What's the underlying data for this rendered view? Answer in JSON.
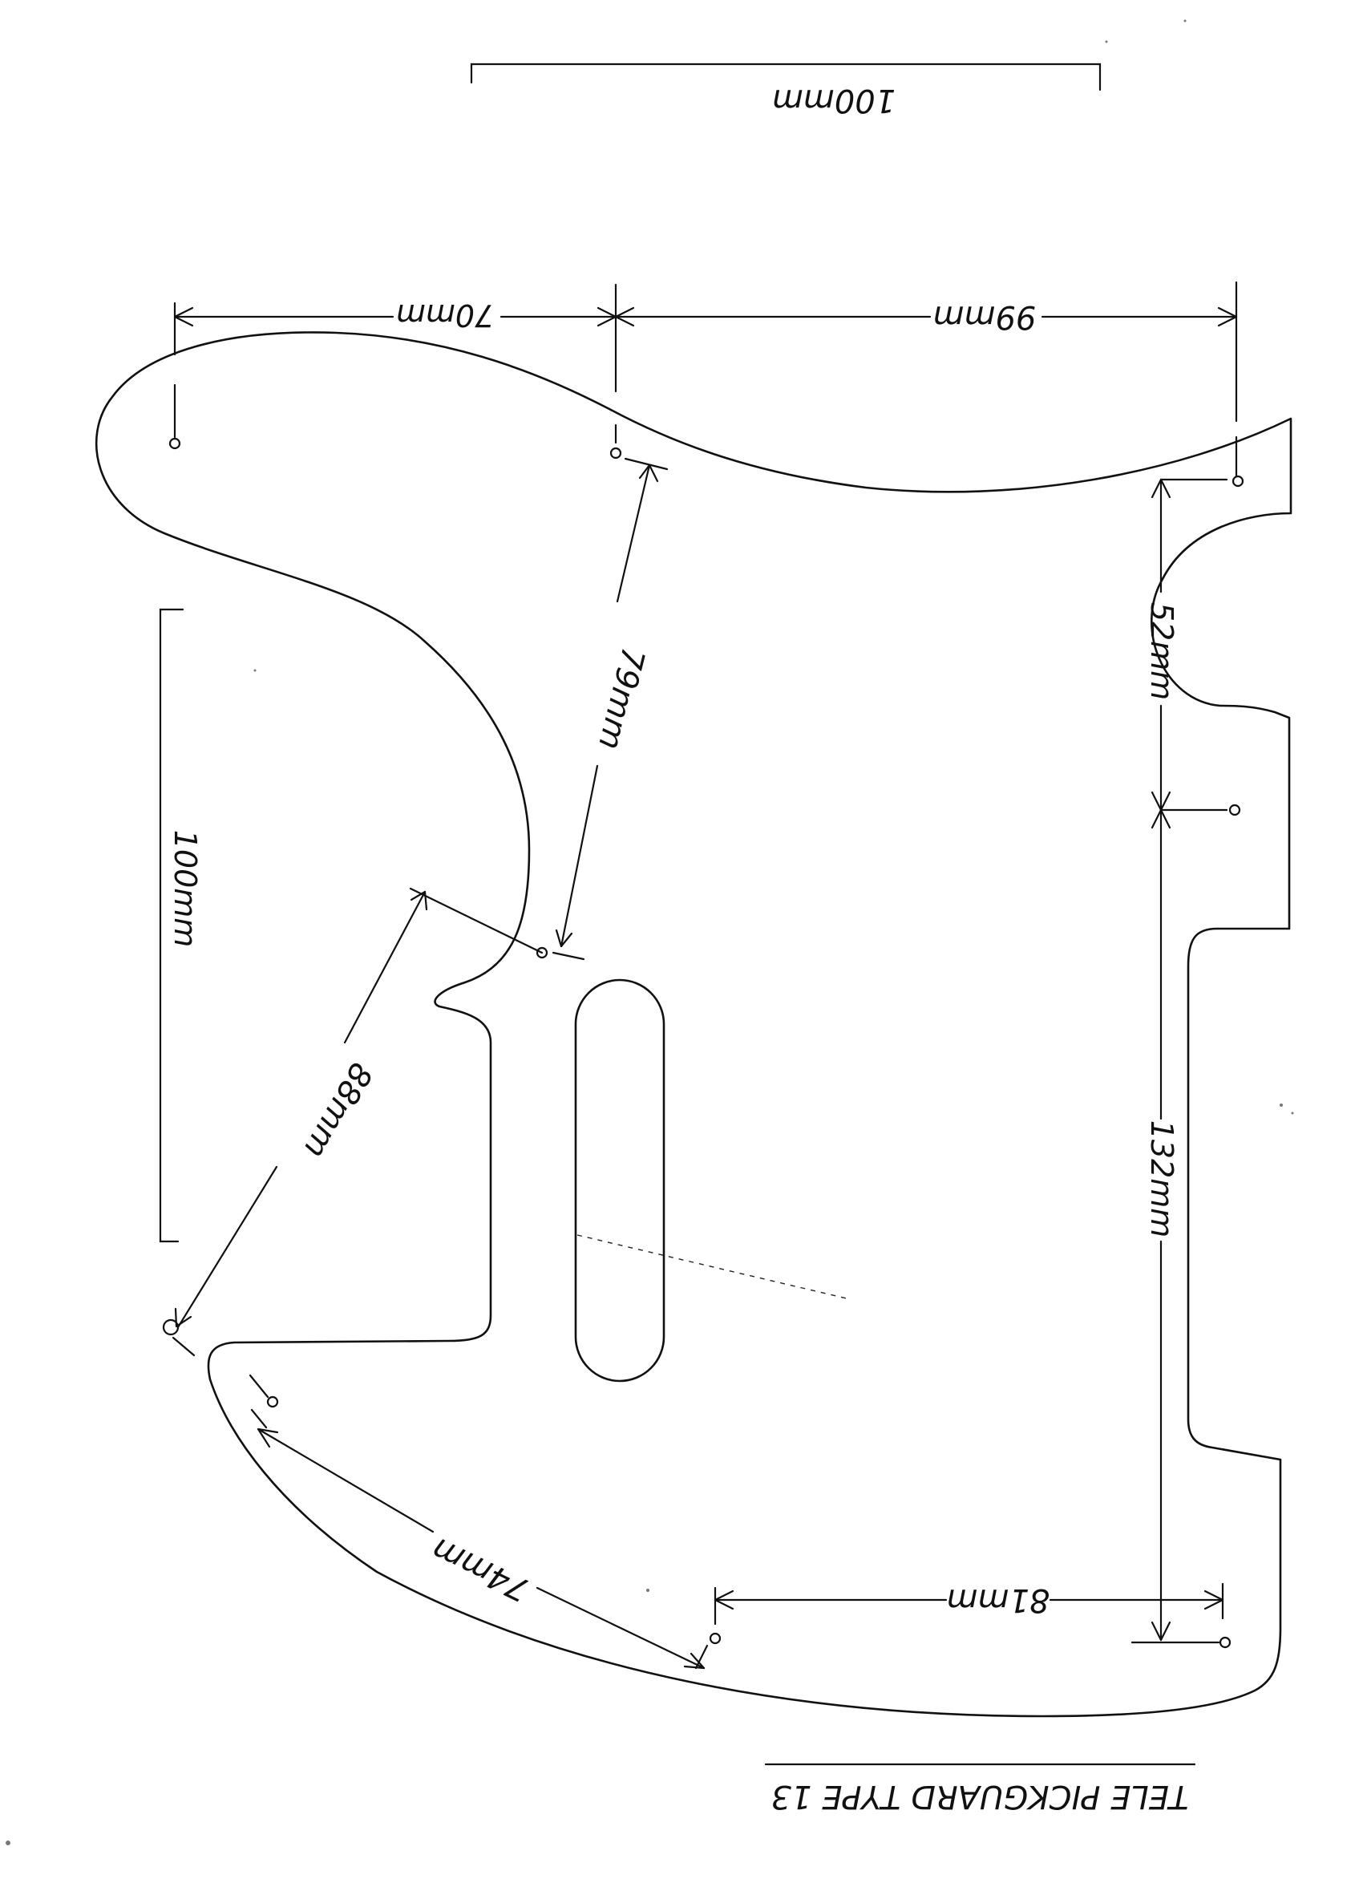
{
  "drawing": {
    "title": "TELE PICKGUARD TYPE 13",
    "dimensions": {
      "scale_top": "100mm",
      "scale_left": "100mm",
      "d70": "70mm",
      "d99": "99mm",
      "d79": "79mm",
      "d52": "52mm",
      "d88": "88mm",
      "d132": "132mm",
      "d74": "74mm",
      "d81": "81mm"
    }
  }
}
